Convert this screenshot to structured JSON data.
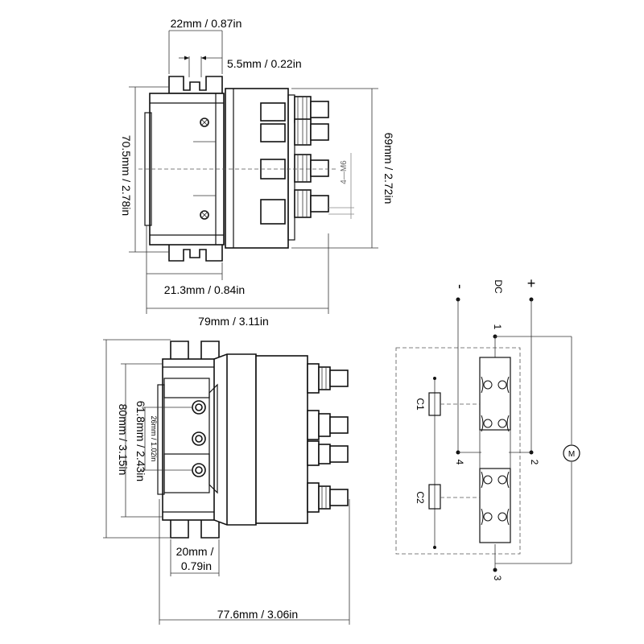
{
  "top_view": {
    "dim_width_tab": "22mm / 0.87in",
    "dim_slot": "5.5mm / 0.22in",
    "dim_height_left": "70.5mm / 2.78in",
    "dim_height_right": "69mm / 2.72in",
    "thread_label": "4—M6",
    "dim_foot": "21.3mm / 0.84in",
    "dim_length": "79mm / 3.11in"
  },
  "side_view": {
    "dim_height_outer": "80mm / 3.15in",
    "dim_height_mid": "61.8mm / 2.43in",
    "dim_pitch_a": "26mm / 1.02in",
    "dim_tab_a": "20mm /",
    "dim_tab_b": "0.79in",
    "dim_length": "77.6mm / 3.06in"
  },
  "schematic": {
    "minus_label": "-",
    "dc_label": "DC",
    "plus_label": "+",
    "pin_1": "1",
    "pin_2": "2",
    "pin_3": "3",
    "pin_4": "4",
    "coil_1": "C1",
    "coil_2": "C2",
    "motor_label": "M"
  }
}
